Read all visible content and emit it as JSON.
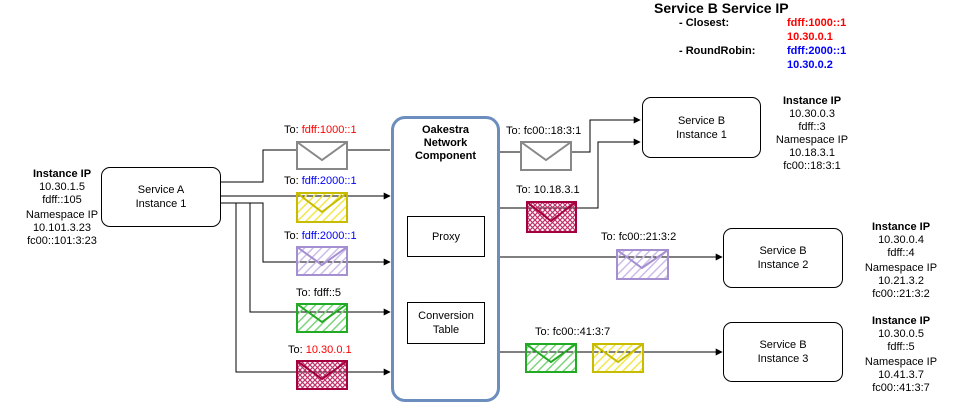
{
  "legend": {
    "title": "Service B Service IP",
    "closest_label": "- Closest:",
    "closest_v6": "fdff:1000::1",
    "closest_v4": "10.30.0.1",
    "rr_label": "- RoundRobin:",
    "rr_v6": "fdff:2000::1",
    "rr_v4": "10.30.0.2"
  },
  "colors": {
    "red": "#ff0000",
    "blue": "#0000ff",
    "gray": "#808080",
    "yellow": "#e6d800",
    "crimson": "#a50040",
    "purple": "#b09ad6",
    "green": "#2ab52a",
    "oakestra_border": "#6c8ebf"
  },
  "service_a": {
    "label_line1": "Service A",
    "label_line2": "Instance 1",
    "ip_title": "Instance IP",
    "ip_v4": "10.30.1.5",
    "ip_v6": "fdff::105",
    "ns_title": "Namespace IP",
    "ns_v4": "10.101.3.23",
    "ns_v6": "fc00::101:3:23"
  },
  "oakestra": {
    "title_line1": "Oakestra",
    "title_line2": "Network",
    "title_line3": "Component",
    "proxy_label": "Proxy",
    "table_line1": "Conversion",
    "table_line2": "Table"
  },
  "service_b1": {
    "label_line1": "Service B",
    "label_line2": "Instance 1",
    "ip_title": "Instance IP",
    "ip_v4": "10.30.0.3",
    "ip_v6": "fdff::3",
    "ns_title": "Namespace IP",
    "ns_v4": "10.18.3.1",
    "ns_v6": "fc00::18:3:1"
  },
  "service_b2": {
    "label_line1": "Service B",
    "label_line2": "Instance 2",
    "ip_title": "Instance IP",
    "ip_v4": "10.30.0.4",
    "ip_v6": "fdff::4",
    "ns_title": "Namespace IP",
    "ns_v4": "10.21.3.2",
    "ns_v6": "fc00::21:3:2"
  },
  "service_b3": {
    "label_line1": "Service B",
    "label_line2": "Instance 3",
    "ip_title": "Instance IP",
    "ip_v4": "10.30.0.5",
    "ip_v6": "fdff::5",
    "ns_title": "Namespace IP",
    "ns_v4": "10.41.3.7",
    "ns_v6": "fc00::41:3:7"
  },
  "packets": {
    "to_prefix": "To: ",
    "p1_addr": "fdff:1000::1",
    "p2_addr": "fdff:2000::1",
    "p3_addr": "fdff:2000::1",
    "p4_label": "To: fdff::5",
    "p5_addr": "10.30.0.1",
    "out1_label": "To: fc00::18:3:1",
    "out2_label": "To: 10.18.3.1",
    "out3_label": "To: fc00::21:3:2",
    "out4_label": "To: fc00::41:3:7"
  }
}
